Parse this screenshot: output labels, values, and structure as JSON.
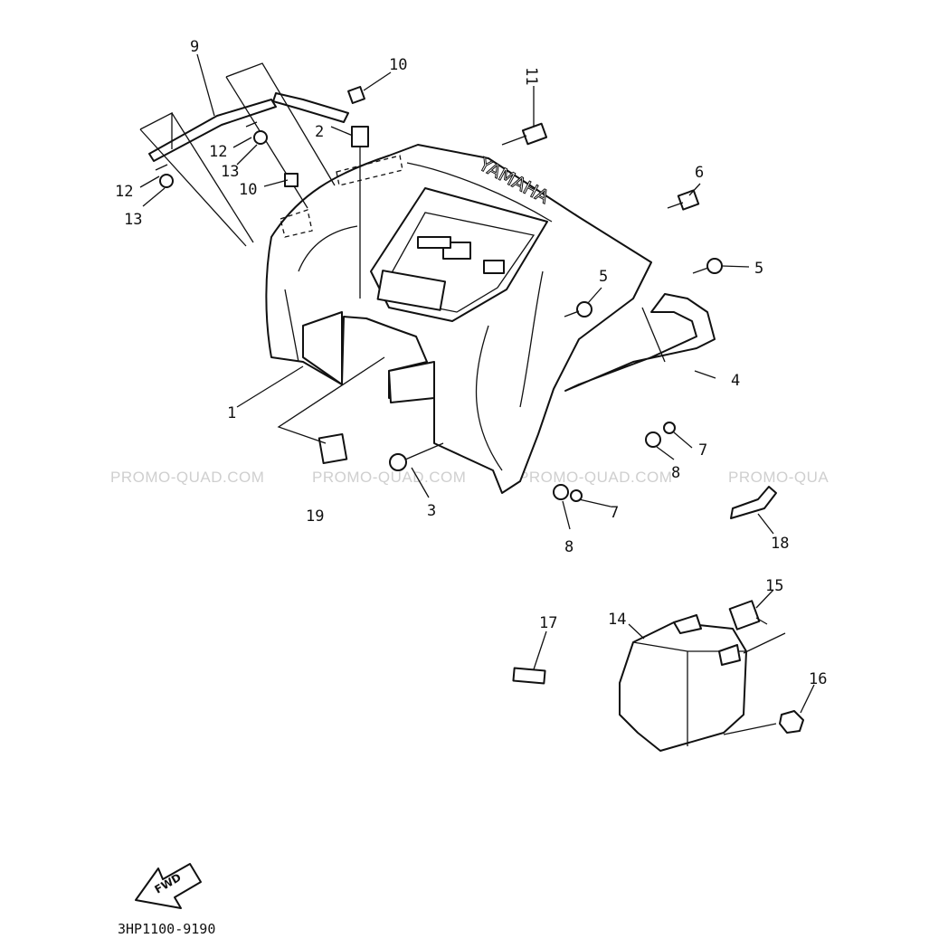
{
  "diagram": {
    "brand_logo_text": "YAMAHA",
    "fwd_label": "FWD",
    "code": "3HP1100-9190",
    "watermark": "PROMO-QUAD.COM",
    "watermark_partial": "PROMO-QUA",
    "callouts": {
      "c1": "1",
      "c2": "2",
      "c3": "3",
      "c4": "4",
      "c5a": "5",
      "c5b": "5",
      "c6": "6",
      "c7a": "7",
      "c7b": "7",
      "c8a": "8",
      "c8b": "8",
      "c9": "9",
      "c10a": "10",
      "c10b": "10",
      "c11": "11",
      "c12a": "12",
      "c12b": "12",
      "c13a": "13",
      "c13b": "13",
      "c14": "14",
      "c15": "15",
      "c16": "16",
      "c17": "17",
      "c18": "18",
      "c19": "19"
    }
  }
}
